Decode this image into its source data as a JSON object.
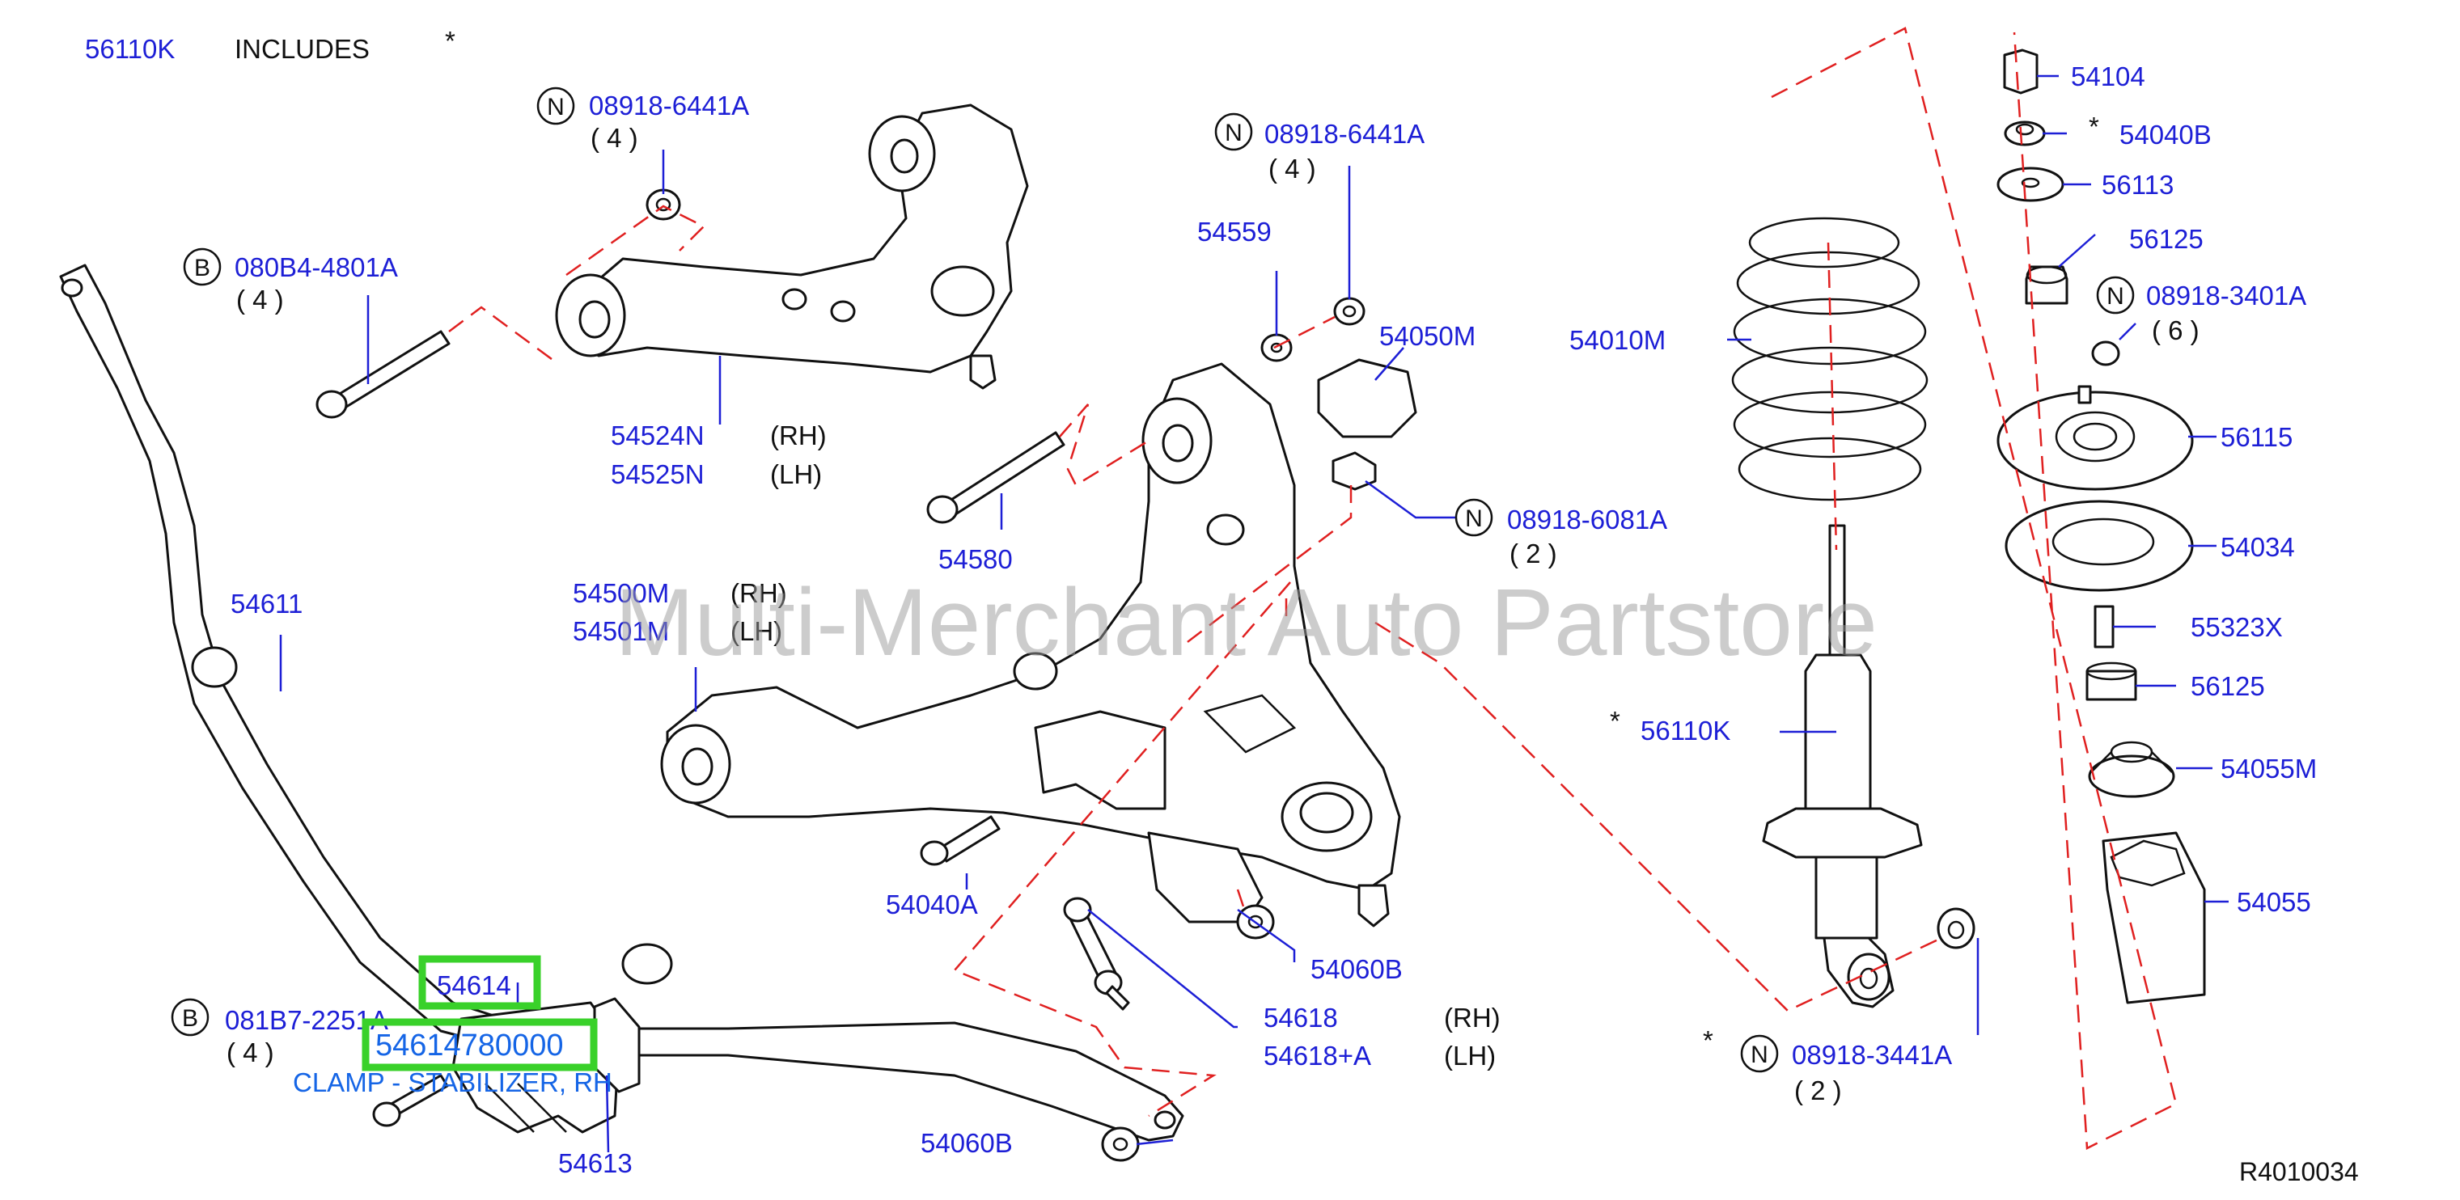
{
  "header": {
    "code": "56110K",
    "includes": "INCLUDES",
    "star": "*"
  },
  "watermark": "Multi-Merchant Auto Partstore",
  "reference": "R4010034",
  "callout_letters": {
    "n": "N",
    "b": "B"
  },
  "side": {
    "rh": "(RH)",
    "lh": "(LH)"
  },
  "qty": {
    "q4": "( 4 )",
    "q2": "( 2 )",
    "q6": "( 6 )"
  },
  "labels": {
    "p08918_6441A": "08918-6441A",
    "p080B4_4801A": "080B4-4801A",
    "p54524N": "54524N",
    "p54525N": "54525N",
    "p54559": "54559",
    "p54050M": "54050M",
    "p54580": "54580",
    "p08918_6081A": "08918-6081A",
    "p54611": "54611",
    "p54500M": "54500M",
    "p54501M": "54501M",
    "p54040A": "54040A",
    "p54060B": "54060B",
    "p54614": "54614",
    "p081B7_2251A": "081B7-2251A",
    "p54613": "54613",
    "p54618": "54618",
    "p54618A": "54618+A",
    "p54010M": "54010M",
    "p56110K": "56110K",
    "p08918_3441A": "08918-3441A",
    "p54104": "54104",
    "p54040B": "54040B",
    "p56113": "56113",
    "p56125": "56125",
    "p08918_3401A": "08918-3401A",
    "p56115": "56115",
    "p54034": "54034",
    "p55323X": "55323X",
    "p54055M": "54055M",
    "p54055": "54055"
  },
  "highlight": {
    "part_number": "54614",
    "full_number": "54614780000",
    "description": "CLAMP - STABILIZER, RH",
    "box_color": "#39d12a",
    "text_color": "#1565e6"
  },
  "colors": {
    "callout": "#1d1fd6",
    "dash": "#e02020"
  }
}
